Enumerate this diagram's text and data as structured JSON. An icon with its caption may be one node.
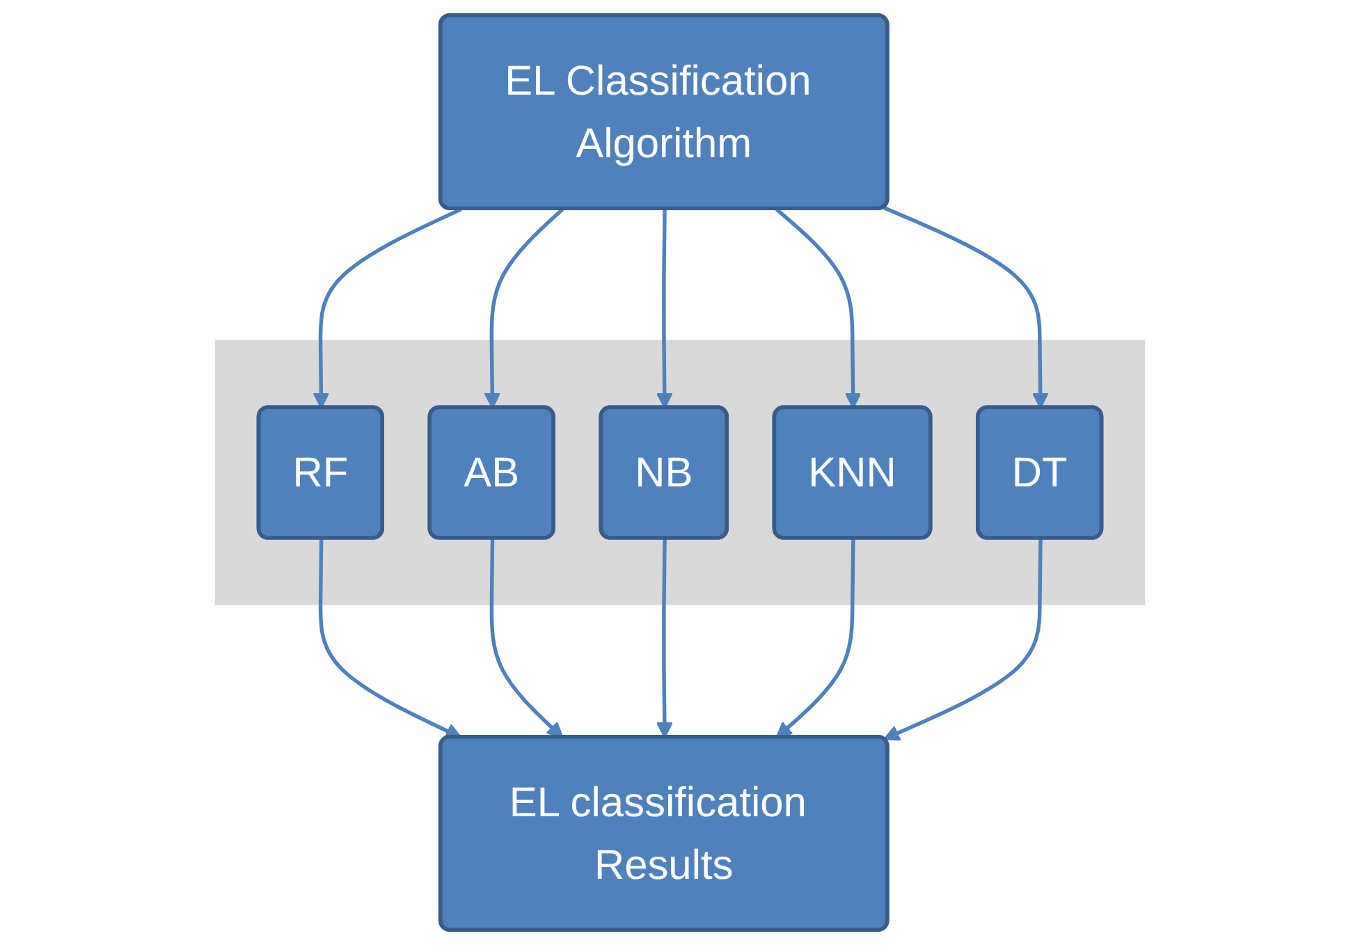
{
  "diagram": {
    "nodes": [
      {
        "text": [
          "EL Classification Algorithm"
        ]
      },
      {
        "text": [],
        "shape": "band"
      },
      {
        "text": [
          "RF"
        ],
        "in": 1
      },
      {
        "text": [
          "AB"
        ],
        "in": 1
      },
      {
        "text": [
          "NB"
        ],
        "in": 1
      },
      {
        "text": [
          "KNN"
        ],
        "in": 1
      },
      {
        "text": [
          "DT"
        ],
        "in": 1
      },
      {
        "text": [
          "EL classification Results"
        ]
      }
    ],
    "edges": [
      {
        "from": 0,
        "to": 2,
        "arrow": "to"
      },
      {
        "from": 0,
        "to": 3,
        "arrow": "to"
      },
      {
        "from": 0,
        "to": 4,
        "arrow": "to"
      },
      {
        "from": 0,
        "to": 5,
        "arrow": "to"
      },
      {
        "from": 0,
        "to": 6,
        "arrow": "to"
      },
      {
        "from": 2,
        "to": 7,
        "arrow": "to"
      },
      {
        "from": 3,
        "to": 7,
        "arrow": "to"
      },
      {
        "from": 4,
        "to": 7,
        "arrow": "to"
      },
      {
        "from": 5,
        "to": 7,
        "arrow": "to"
      },
      {
        "from": 6,
        "to": 7,
        "arrow": "to"
      }
    ]
  }
}
